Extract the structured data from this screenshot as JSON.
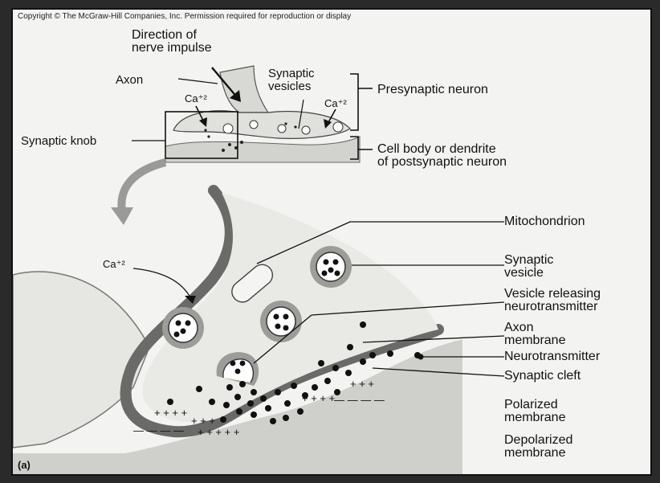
{
  "copyright": "Copyright © The McGraw-Hill Companies, Inc. Permission required for reproduction or display",
  "panel_label": "(a)",
  "top": {
    "direction_line1": "Direction of",
    "direction_line2": "nerve impulse",
    "axon": "Axon",
    "synaptic_vesicles_line1": "Synaptic",
    "synaptic_vesicles_line2": "vesicles",
    "ca_left": "Ca⁺²",
    "ca_right": "Ca⁺²",
    "presynaptic_neuron": "Presynaptic neuron",
    "synaptic_knob": "Synaptic knob",
    "cell_body_line1": "Cell body or dendrite",
    "cell_body_line2": "of postsynaptic neuron"
  },
  "bottom": {
    "ca": "Ca⁺²",
    "mitochondrion": "Mitochondrion",
    "synaptic_vesicle_line1": "Synaptic",
    "synaptic_vesicle_line2": "vesicle",
    "vesicle_releasing_line1": "Vesicle releasing",
    "vesicle_releasing_line2": "neurotransmitter",
    "axon_membrane_line1": "Axon",
    "axon_membrane_line2": "membrane",
    "neurotransmitter": "Neurotransmitter",
    "synaptic_cleft": "Synaptic cleft",
    "polarized_line1": "Polarized",
    "polarized_line2": "membrane",
    "depolarized_line1": "Depolarized",
    "depolarized_line2": "membrane"
  }
}
